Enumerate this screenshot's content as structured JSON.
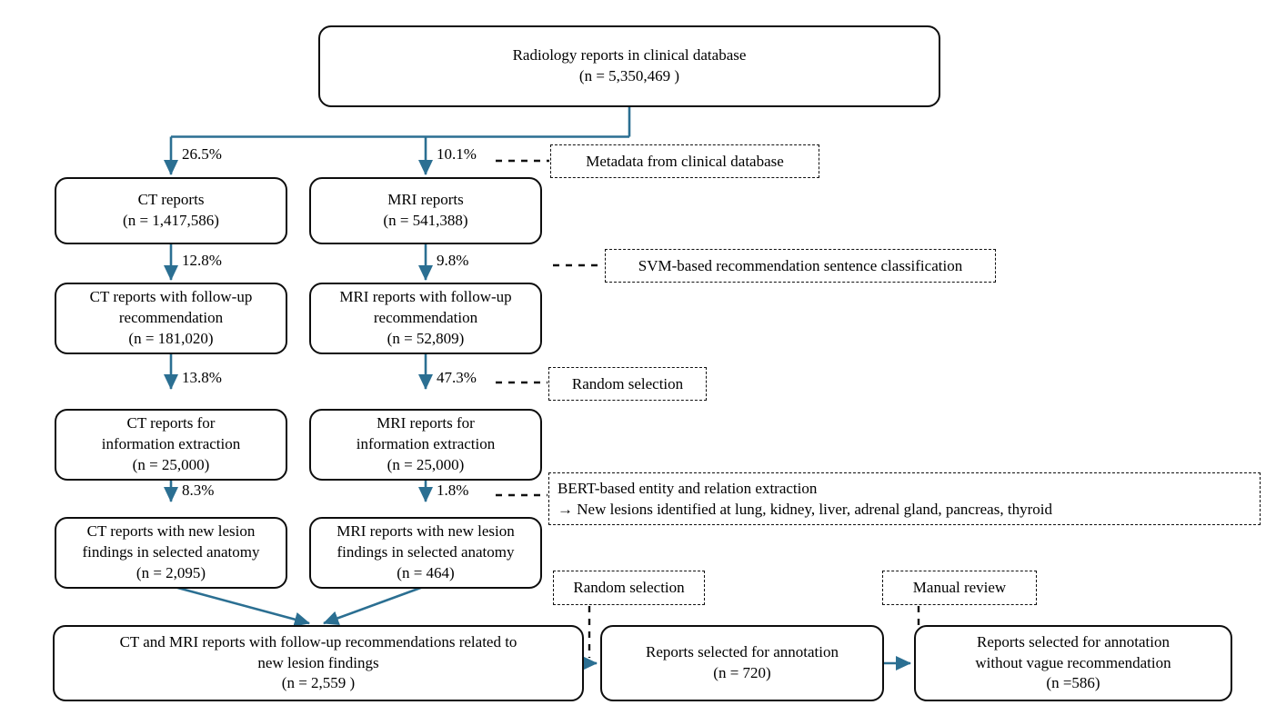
{
  "diagram": {
    "title": "Radiology report selection flowchart",
    "arrow_color": "#2b6f92",
    "box_border_color": "#0d0d0d",
    "annotation_border_color": "#111111"
  },
  "nodes": {
    "root": {
      "line1": "Radiology reports in clinical database",
      "line2": "(n = 5,350,469 )"
    },
    "ct_reports": {
      "line1": "CT reports",
      "line2": "(n = 1,417,586)"
    },
    "mri_reports": {
      "line1": "MRI reports",
      "line2": "(n = 541,388)"
    },
    "ct_followup": {
      "line1": "CT reports with follow-up",
      "line2": "recommendation",
      "line3": "(n = 181,020)"
    },
    "mri_followup": {
      "line1": "MRI reports with follow-up",
      "line2": "recommendation",
      "line3": "(n = 52,809)"
    },
    "ct_extraction": {
      "line1": "CT reports for",
      "line2": "information extraction",
      "line3": "(n = 25,000)"
    },
    "mri_extraction": {
      "line1": "MRI reports for",
      "line2": "information extraction",
      "line3": "(n = 25,000)"
    },
    "ct_lesion": {
      "line1": "CT reports with new lesion",
      "line2": "findings in selected anatomy",
      "line3": "(n = 2,095)"
    },
    "mri_lesion": {
      "line1": "MRI reports with new lesion",
      "line2": "findings in selected anatomy",
      "line3": "(n = 464)"
    },
    "combined": {
      "line1": "CT and MRI reports with follow-up recommendations related to",
      "line2": "new lesion findings",
      "line3": "(n = 2,559 )"
    },
    "selected_annotation": {
      "line1": "Reports selected for annotation",
      "line2": "(n = 720)"
    },
    "selected_no_vague": {
      "line1": "Reports selected for annotation",
      "line2": "without vague recommendation",
      "line3": "(n =586)"
    }
  },
  "annotations": {
    "metadata": {
      "line1": "Metadata from clinical database"
    },
    "svm": {
      "line1": "SVM-based recommendation sentence classification"
    },
    "random_selection_mid": {
      "line1": "Random selection"
    },
    "bert": {
      "line1": "BERT-based entity and relation extraction",
      "line2": "→ New lesions identified at lung, kidney, liver, adrenal gland, pancreas, thyroid"
    },
    "random_selection_bottom": {
      "line1": "Random selection"
    },
    "manual_review": {
      "line1": "Manual review"
    }
  },
  "percentages": {
    "root_to_ct": "26.5%",
    "root_to_mri": "10.1%",
    "ct_to_followup": "12.8%",
    "mri_to_followup": "9.8%",
    "ct_followup_to_extraction": "13.8%",
    "mri_followup_to_extraction": "47.3%",
    "ct_extraction_to_lesion": "8.3%",
    "mri_extraction_to_lesion": "1.8%"
  }
}
